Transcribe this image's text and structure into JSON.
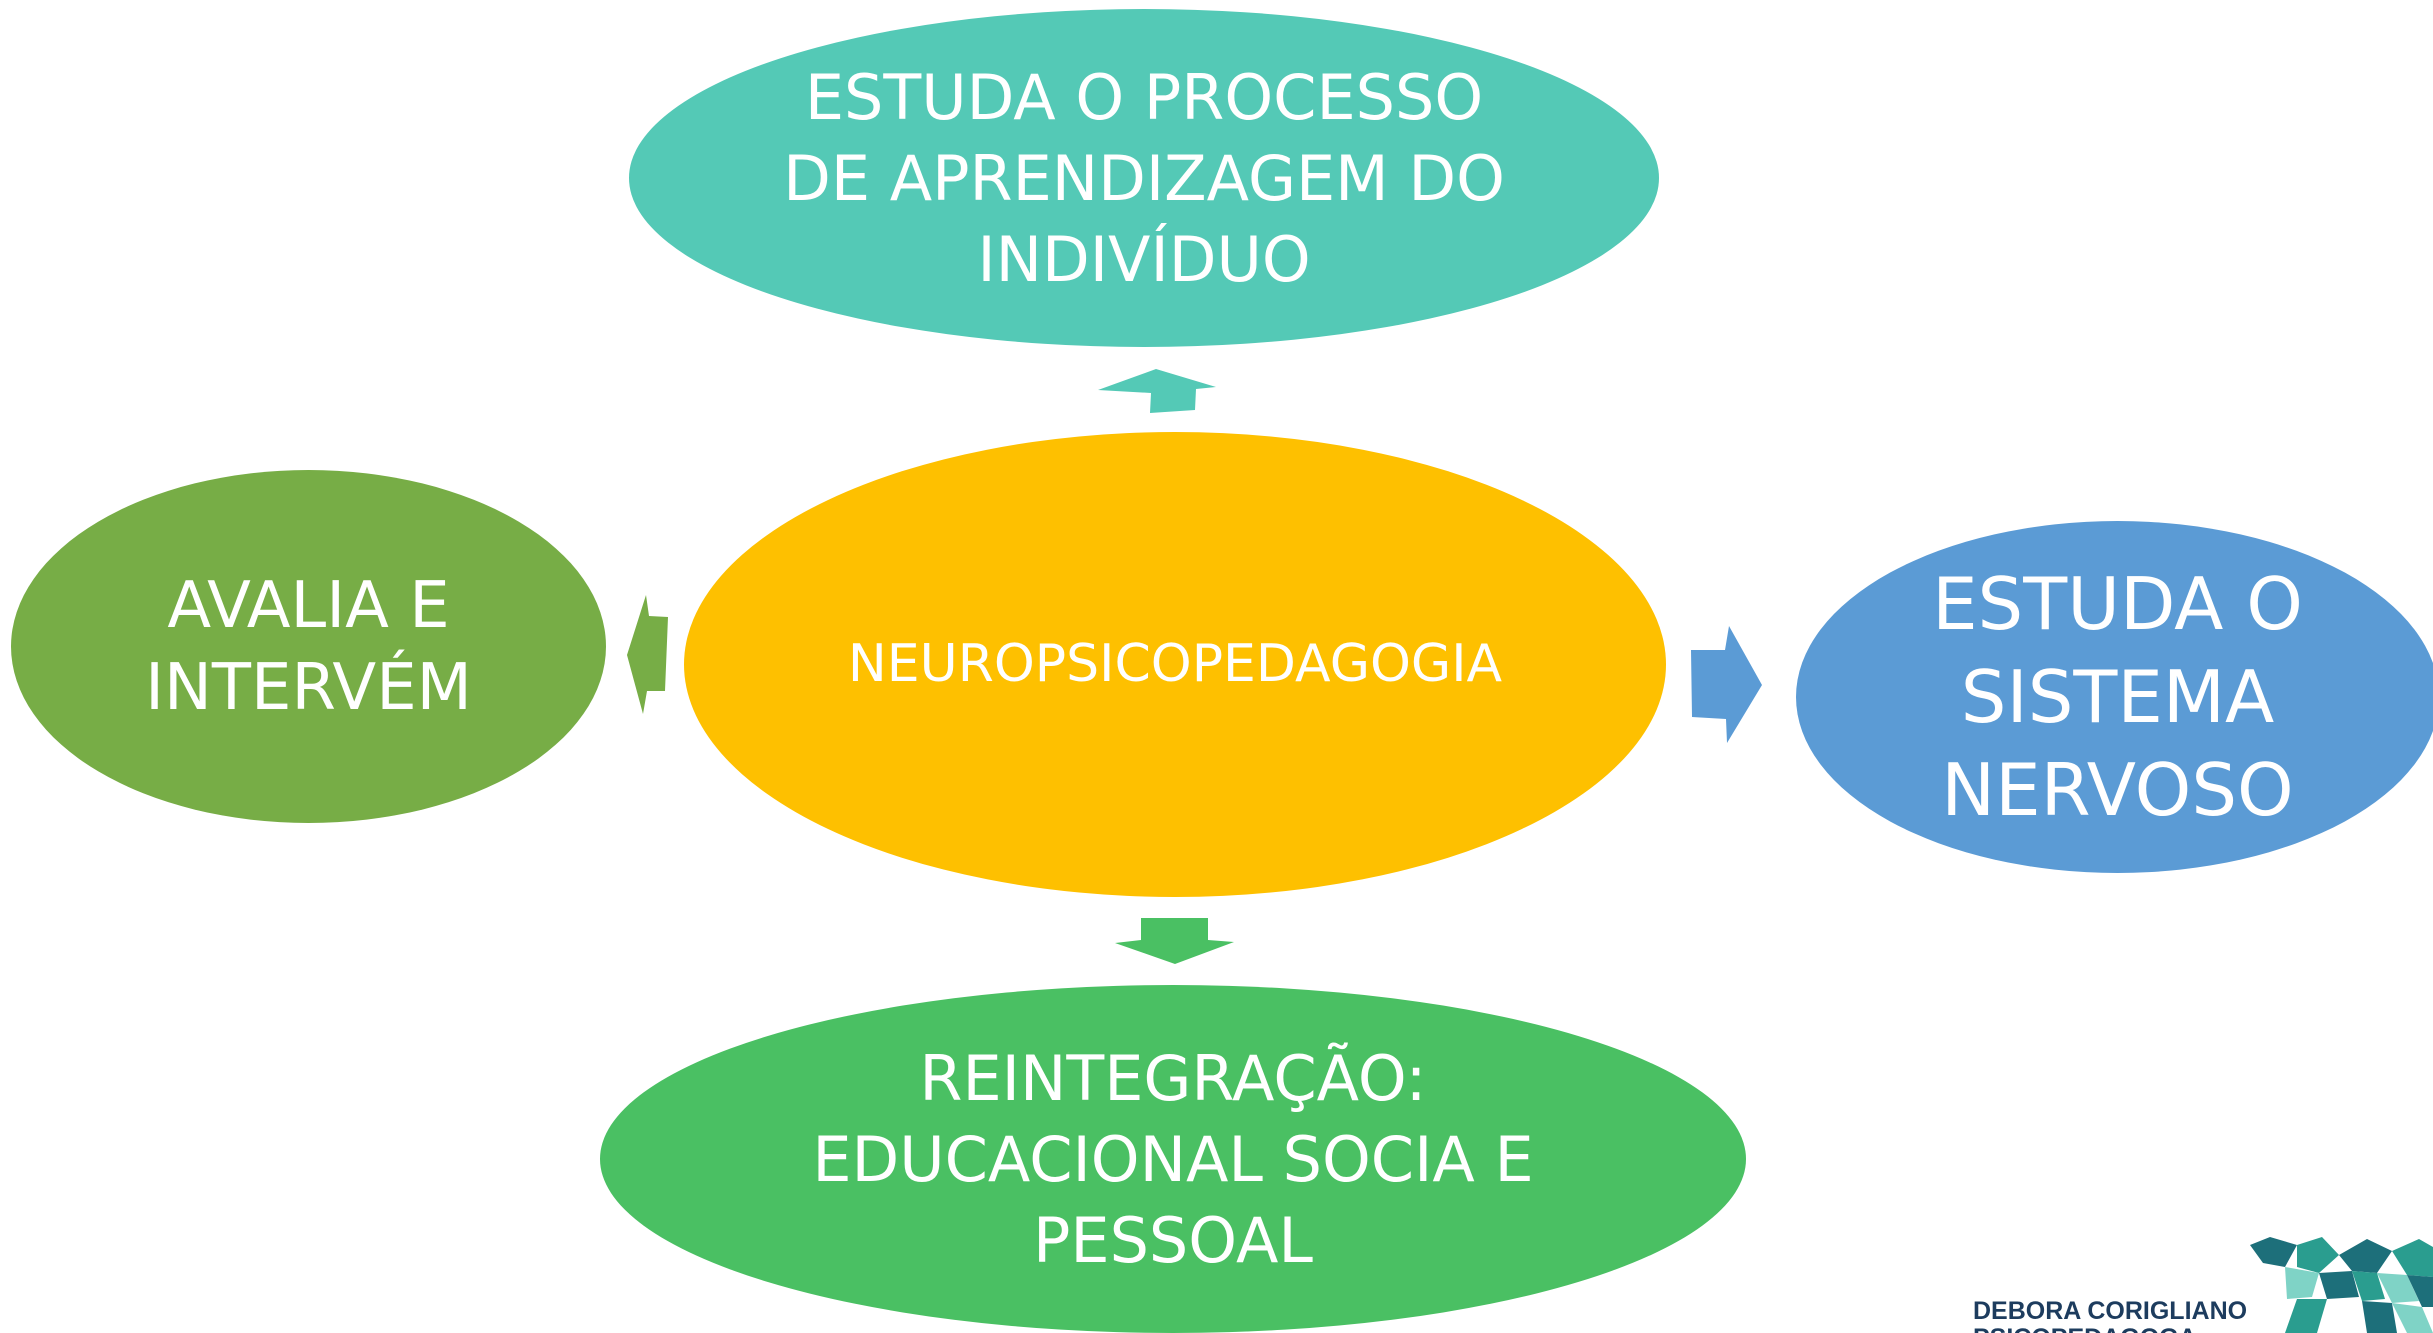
{
  "diagram": {
    "center": {
      "label": "NEUROPSICOPEDAGOGIA",
      "color": "#fec000"
    },
    "top": {
      "label": "ESTUDA O PROCESSO\nDE APRENDIZAGEM DO\nINDIVÍDUO",
      "color": "#54c9b6"
    },
    "left": {
      "label": "AVALIA E\nINTERVÉM",
      "color": "#77ad46"
    },
    "right": {
      "label": "ESTUDA O\nSISTEMA\nNERVOSO",
      "color": "#5b9bd5"
    },
    "bottom": {
      "label": "REINTEGRAÇÃO:\nEDUCACIONAL SOCIA E\nPESSOAL",
      "color": "#4ac063"
    },
    "arrows": [
      "arrow-up",
      "arrow-left",
      "arrow-right",
      "arrow-down"
    ]
  },
  "logo": {
    "name": "DEBORA CORIGLIANO",
    "title": "PSICOPEDAGOGA",
    "text_color": "#1d3c5e",
    "mark_colors": [
      "#2a9d8f",
      "#1d6f7a",
      "#7fd3c6"
    ]
  }
}
